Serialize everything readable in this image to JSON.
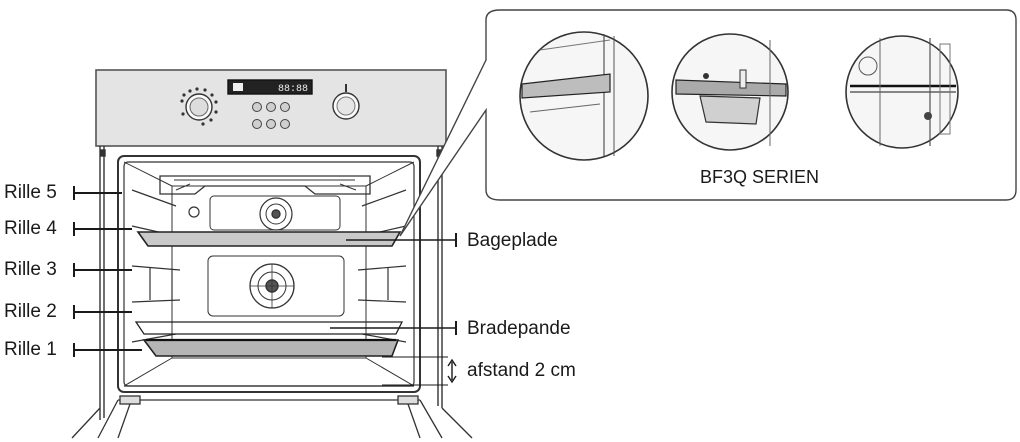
{
  "rack_labels": [
    "Rille 5",
    "Rille 4",
    "Rille 3",
    "Rille 2",
    "Rille 1"
  ],
  "callouts": {
    "baking_tray": "Bageplade",
    "roasting_pan": "Bradepande",
    "distance": "afstand 2 cm"
  },
  "detail_caption": "BF3Q SERIEN",
  "display_text": "88:88"
}
